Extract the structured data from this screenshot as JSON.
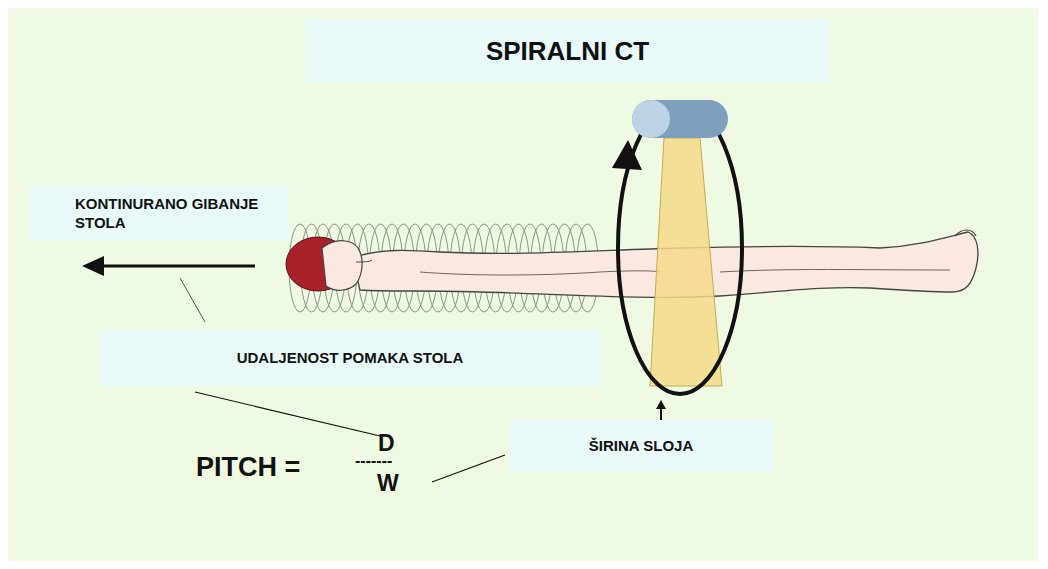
{
  "diagram": {
    "title": "SPIRALNI CT",
    "nodes": [
      {
        "text": [
          "KONTINURANO GIBANJE STOLA"
        ]
      },
      {
        "text": [
          "UDALJENOST POMAKA STOLA"
        ]
      },
      {
        "text": [
          "ŠIRINA SLOJA"
        ]
      }
    ],
    "labels": [
      "PITCH =",
      "D",
      "-------",
      "W"
    ]
  }
}
